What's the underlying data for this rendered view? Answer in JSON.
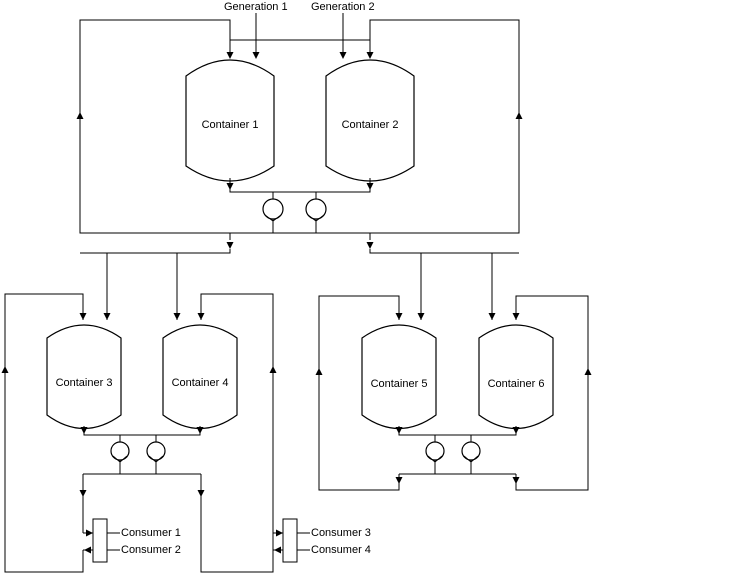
{
  "diagram": {
    "generations": [
      "Generation 1",
      "Generation 2"
    ],
    "containers": [
      "Container 1",
      "Container 2",
      "Container 3",
      "Container 4",
      "Container 5",
      "Container 6"
    ],
    "consumers": [
      "Consumer 1",
      "Consumer 2",
      "Consumer 3",
      "Consumer 4"
    ]
  }
}
